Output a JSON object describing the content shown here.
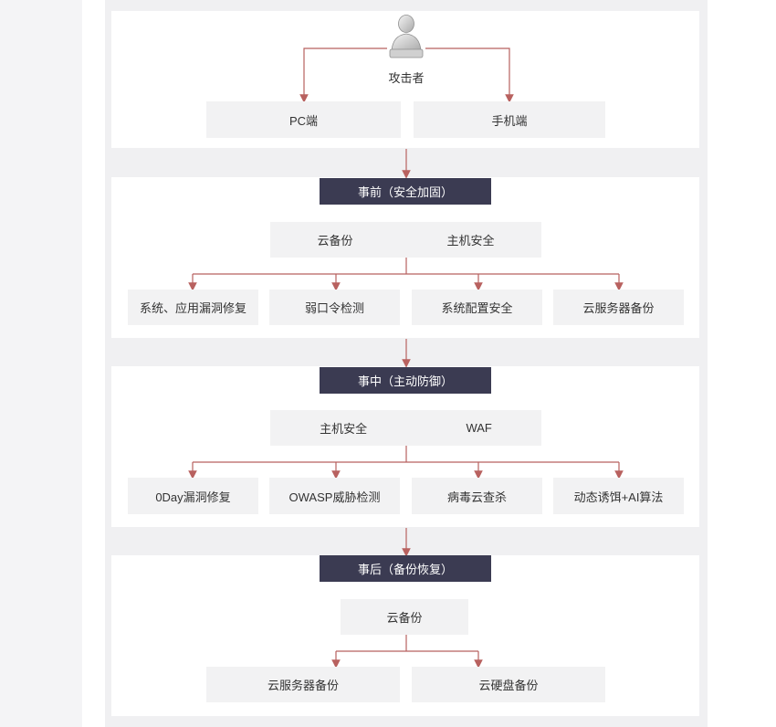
{
  "attacker": {
    "label": "攻击者",
    "icon": "person-icon"
  },
  "devices": [
    "PC端",
    "手机端"
  ],
  "stages": [
    {
      "title": "事前（安全加固）",
      "pair": [
        "云备份",
        "主机安全"
      ],
      "items": [
        "系统、应用漏洞修复",
        "弱口令检测",
        "系统配置安全",
        "云服务器备份"
      ]
    },
    {
      "title": "事中（主动防御）",
      "pair": [
        "主机安全",
        "WAF"
      ],
      "items": [
        "0Day漏洞修复",
        "OWASP威胁检测",
        "病毒云查杀",
        "动态诱饵+AI算法"
      ]
    },
    {
      "title": "事后（备份恢复）",
      "single": "云备份",
      "items": [
        "云服务器备份",
        "云硬盘备份"
      ]
    }
  ],
  "colors": {
    "arrow": "#b8615f",
    "header": "#3b3b52",
    "box": "#f2f2f3"
  }
}
